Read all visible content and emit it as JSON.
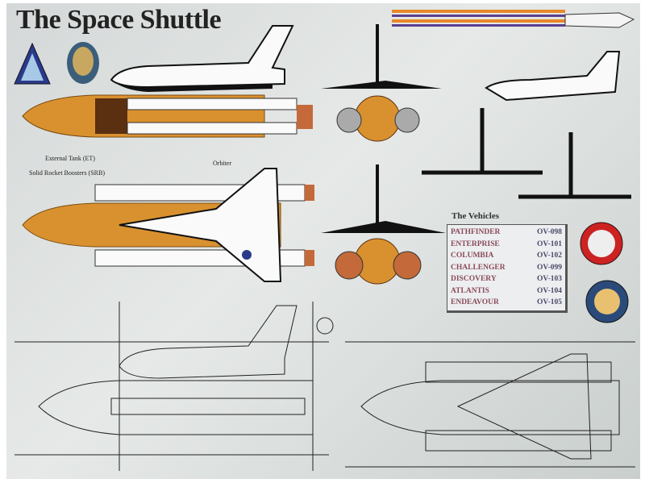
{
  "title": "The Space Shuttle",
  "labels": {
    "external_tank": "External Tank (ET)",
    "srb": "Solid Rocket Boosters (SRB)",
    "orbiter": "Orbiter"
  },
  "vehicles": {
    "heading": "The Vehicles",
    "items": [
      {
        "name": "PATHFINDER",
        "code": "OV-098"
      },
      {
        "name": "ENTERPRISE",
        "code": "OV-101"
      },
      {
        "name": "COLUMBIA",
        "code": "OV-102"
      },
      {
        "name": "CHALLENGER",
        "code": "OV-099"
      },
      {
        "name": "DISCOVERY",
        "code": "OV-103"
      },
      {
        "name": "ATLANTIS",
        "code": "OV-104"
      },
      {
        "name": "ENDEAVOUR",
        "code": "OV-105"
      }
    ]
  },
  "colors": {
    "tank": "#d9912f",
    "stripe_orange": "#e8882a",
    "stripe_purple": "#5a3f8e"
  }
}
